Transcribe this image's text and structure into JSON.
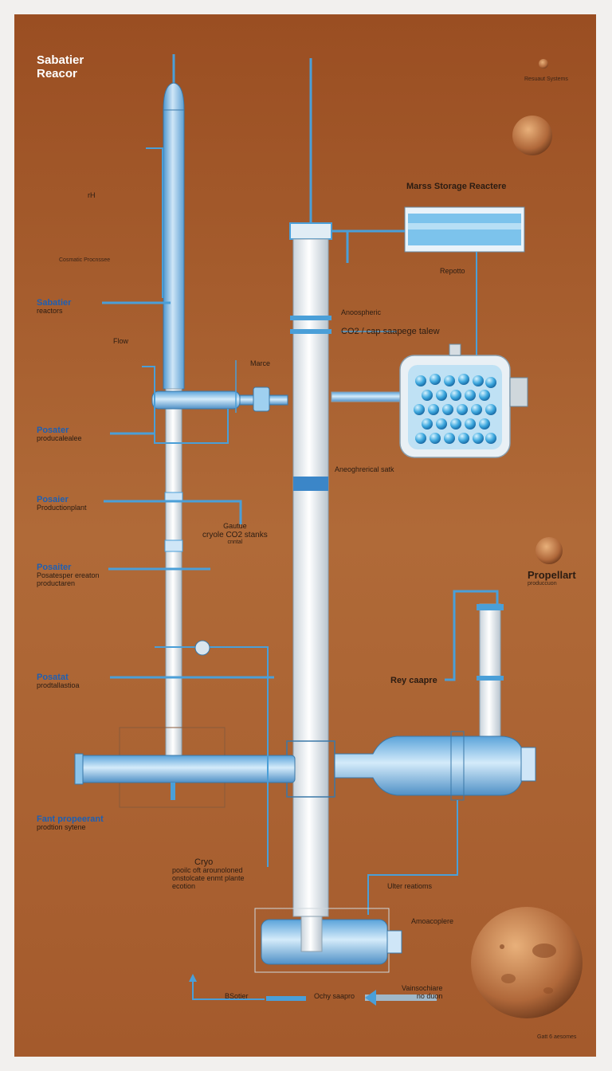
{
  "title": {
    "line1": "Sabatier",
    "line2": "Reacor"
  },
  "labels": {
    "top_right_note": "Resuaut Systems",
    "left_small": "rH",
    "left_caption": "Cosmatic Procnssee",
    "sabatier_reactor": {
      "line1": "Sabatier",
      "line2": "reactors"
    },
    "flow": "Flow",
    "marce": "Marce",
    "poster_1": {
      "line1": "Posater",
      "line2": "producalealee"
    },
    "poster_2": {
      "line1": "Posaier",
      "line2": "Productionplant"
    },
    "poster_3": {
      "line1": "Posaiter",
      "line2": "Posatesper ereaton",
      "line3": "productaren"
    },
    "poster_4": {
      "line1": "Posatat",
      "line2": "prodtallastioa"
    },
    "mars_storage": "Marss Storage Reactere",
    "repotto": "Repotto",
    "anoospheric": "Anoospheric",
    "co2_tank": "CO2 / cap saapege talew",
    "atmospheric_tanks": "Aneoghrerical satk",
    "gauture": {
      "line1": "Gautue",
      "line2": "cryole CO2 stanks",
      "line3": "cnntal"
    },
    "propellant": {
      "line1": "Propellart",
      "line2": "produccuon"
    },
    "ray_caapre": "Rey caapre",
    "fant_propellant": {
      "line1": "Fant propeerant",
      "line2": "prodtion sytene"
    },
    "cryo": {
      "line1": "Cryo",
      "line2": "pooilc oft arounoloned",
      "line3": "onstolcate enmt plante",
      "line4": "ecotion"
    },
    "ulter_reactions": "Ulter reatioms",
    "amoacoplere": "Amoacoplere",
    "bottom_left": "BSotier",
    "bottom_mid": "Ochy saapro",
    "vainrochiare": {
      "line1": "Vainsochiare",
      "line2": "no duon"
    },
    "gat_footer": "Gatt 6 aesomes"
  },
  "colors": {
    "background": "#a95f2e",
    "pipe_blue": "#4a9fd8",
    "pipe_white": "#e9eef2",
    "label_blue": "#1d5fb3"
  }
}
